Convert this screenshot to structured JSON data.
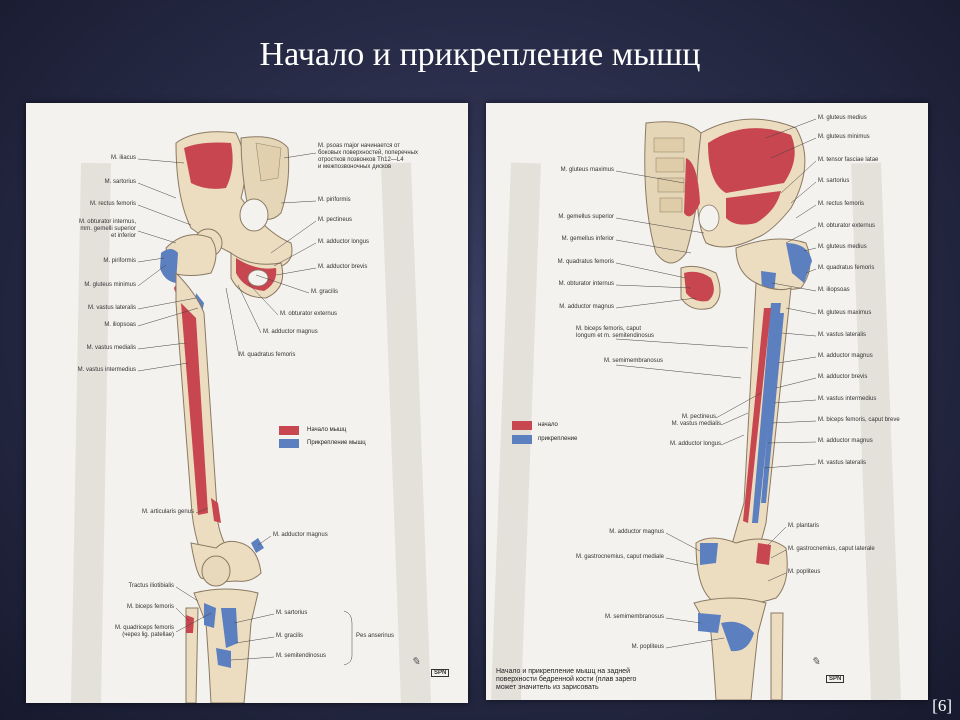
{
  "slide": {
    "title": "Начало и прикрепление мышц",
    "reference": "[6]"
  },
  "colors": {
    "origin": "#c8464f",
    "insertion": "#5b7fbf",
    "bone": "#ecdcc0",
    "page": "#f4f2ee",
    "background": "#262a45"
  },
  "left_page": {
    "labels": {
      "iliacus": "M. iliacus",
      "sartorius": "M. sartorius",
      "rectus": "M. rectus femoris",
      "obt_int": "M. obturator internus,\nmm. gemelli superior\net inferior",
      "piriformis_l": "M. piriformis",
      "glut_min": "M. gluteus minimus",
      "vast_lat": "M. vastus lateralis",
      "iliopsoas": "M. iliopsoas",
      "vast_med": "M. vastus medialis",
      "vast_int": "M. vastus intermedius",
      "psoas_note": "M. psoas major начинается от\nбоковых поверхностей, поперечных\nотростков позвонков Th12—L4\nи межпозвоночных дисков",
      "piriformis_r": "M. piriformis",
      "pectineus": "M. pectineus",
      "add_long": "M. adductor longus",
      "add_brev": "M. adductor brevis",
      "gracilis_top": "M. gracilis",
      "obt_ext": "M. obturator externus",
      "add_mag_top": "M. adductor magnus",
      "quad_fem": "M. quadratus femoris",
      "art_genus": "M. articularis genus",
      "add_mag_low": "M. adductor magnus",
      "tract": "Tractus iliotibialis",
      "biceps": "M. biceps femoris",
      "quad_ten": "M. quadriceps femoris\n(через lig. patellae)",
      "sart_low": "M. sartorius",
      "grac_low": "M. gracilis",
      "semiten": "M. semitendinosus",
      "pes": "Pes anserinus"
    },
    "legend": {
      "origin": "Начало мышц",
      "insertion": "Прикрепление мышц"
    },
    "logo": "SPN"
  },
  "right_page": {
    "labels": {
      "glut_med": "M. gluteus medius",
      "glut_min": "M. gluteus minimus",
      "tfl": "M. tensor fasciae latae",
      "sartorius": "M. sartorius",
      "rectus": "M. rectus femoris",
      "obt_ext": "M. obturator externus",
      "glut_med2": "M. gluteus medius",
      "quad_fem_r": "M. quadratus femoris",
      "iliopsoas": "M. iliopsoas",
      "glut_max_r": "M. gluteus maximus",
      "vast_lat": "M. vastus lateralis",
      "add_mag": "M. adductor magnus",
      "add_brev": "M. adductor brevis",
      "vast_int": "M. vastus intermedius",
      "biceps_brev": "M. biceps femoris, caput breve",
      "add_mag2": "M. adductor magnus",
      "vast_lat2": "M. vastus lateralis",
      "glut_max": "M. gluteus maximus",
      "gem_sup": "M. gemellus superior",
      "gem_inf": "M. gemellus inferior",
      "quad_fem": "M. quadratus femoris",
      "obt_int": "M. obturator internus",
      "add_mag_l": "M. adductor magnus",
      "biceps_long": "M. biceps femoris, caput\nlongum et m. semitendinosus",
      "semimem": "M. semimembranosus",
      "pectineus": "M. pectineus",
      "vast_med": "M. vastus medialis",
      "add_long": "M. adductor longus",
      "add_mag_low": "M. adductor magnus",
      "gastro_med": "M. gastrocnemius, caput mediale",
      "plantaris": "M. plantaris",
      "gastro_lat": "M. gastrocnemius, caput laterale",
      "popliteus": "M. popliteus",
      "semimem_low": "M. semimembranosus",
      "popl_low": "M. popliteus"
    },
    "legend": {
      "origin": "начало",
      "insertion": "прикрепление"
    },
    "caption": "Начало и прикрепление мышц на задней поверхности бедренной кости (плав зарего может значитель из зарисовать",
    "logo": "SPN"
  }
}
